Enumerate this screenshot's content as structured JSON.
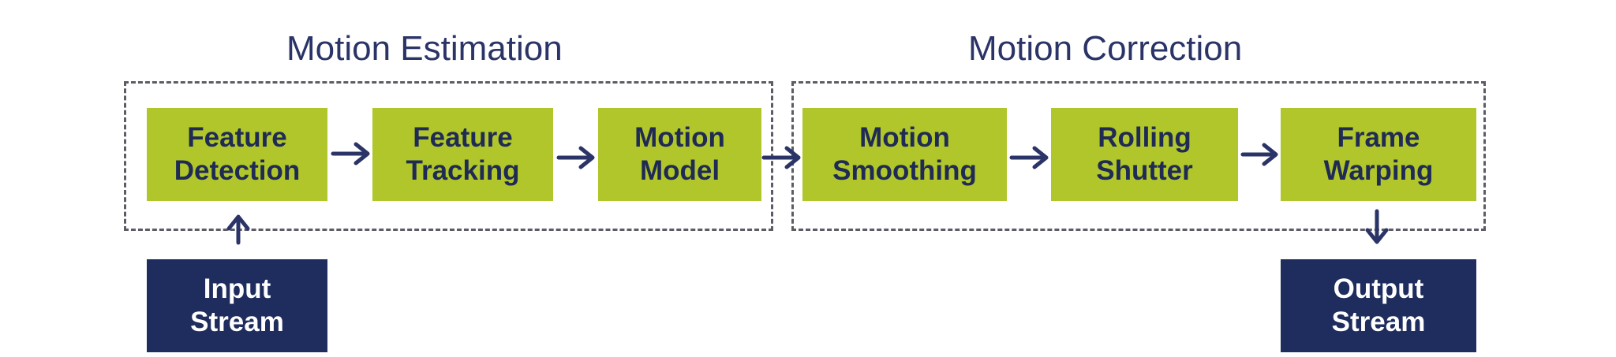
{
  "colors": {
    "step_fill": "#b0c62a",
    "step_text": "#1f2a55",
    "io_fill": "#1f2d5e",
    "io_text": "#ffffff",
    "title_text": "#2b3467",
    "arrow": "#2b3467",
    "dashed_border": "#5c5c66"
  },
  "groups": {
    "estimation": {
      "title": "Motion Estimation"
    },
    "correction": {
      "title": "Motion Correction"
    }
  },
  "steps": {
    "feature_detection": {
      "line1": "Feature",
      "line2": "Detection"
    },
    "feature_tracking": {
      "line1": "Feature",
      "line2": "Tracking"
    },
    "motion_model": {
      "line1": "Motion",
      "line2": "Model"
    },
    "motion_smoothing": {
      "line1": "Motion",
      "line2": "Smoothing"
    },
    "rolling_shutter": {
      "line1": "Rolling",
      "line2": "Shutter"
    },
    "frame_warping": {
      "line1": "Frame",
      "line2": "Warping"
    }
  },
  "io": {
    "input": {
      "line1": "Input",
      "line2": "Stream"
    },
    "output": {
      "line1": "Output",
      "line2": "Stream"
    }
  }
}
